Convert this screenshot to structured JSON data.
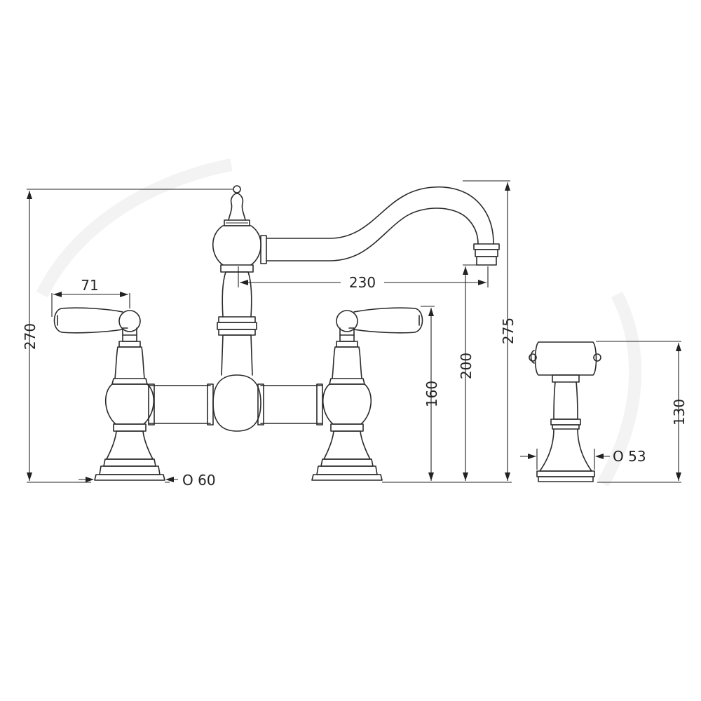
{
  "dimensions": {
    "total_height": "270",
    "lever_width": "71",
    "spout_reach": "230",
    "tap_height": "160",
    "spout_height": "200",
    "overall_height": "275",
    "base_diameter": "O 60",
    "spray_height": "130",
    "spray_base_diameter": "O 53"
  },
  "colors": {
    "line": "#2a2a2a",
    "background": "#ffffff"
  }
}
